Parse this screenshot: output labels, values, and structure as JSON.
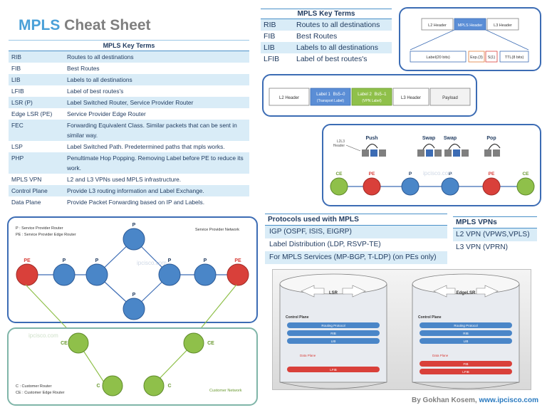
{
  "title": {
    "part1": "MPLS",
    "part2": " Cheat Sheet"
  },
  "key_terms_big": {
    "header": "MPLS Key Terms",
    "rows": [
      {
        "k": "RIB",
        "v": "Routes to all destinations"
      },
      {
        "k": "FIB",
        "v": "Best Routes"
      },
      {
        "k": "LIB",
        "v": "Labels to all destinations"
      },
      {
        "k": "LFIB",
        "v": "Label of best routes's"
      },
      {
        "k": "LSR (P)",
        "v": "Label Switched Router, Service Provider Router"
      },
      {
        "k": "Edge LSR (PE)",
        "v": "Service Provider Edge Router"
      },
      {
        "k": "FEC",
        "v": "Forwarding Equivalent Class. Similar packets that can be sent in similar way."
      },
      {
        "k": "LSP",
        "v": "Label Switched Path. Predetermined paths that mpls works."
      },
      {
        "k": "PHP",
        "v": "Penultimate Hop Popping. Removing Label before PE to reduce its work."
      },
      {
        "k": "MPLS VPN",
        "v": "L2 and L3 VPNs used MPLS infrastructure."
      },
      {
        "k": "Control Plane",
        "v": "Provide L3 routing information and Label Exchange."
      },
      {
        "k": "Data Plane",
        "v": "Provide Packet Forwarding based on IP and Labels."
      }
    ]
  },
  "key_terms_small": {
    "header": "MPLS Key Terms",
    "rows": [
      {
        "k": "RIB",
        "v": "Routes to all destinations"
      },
      {
        "k": "FIB",
        "v": "Best Routes"
      },
      {
        "k": "LIB",
        "v": "Labels to all destinations"
      },
      {
        "k": "LFIB",
        "v": "Label of best routes's"
      }
    ]
  },
  "header_diagram": {
    "l2": "L2 Header",
    "mpls": "MPLS Header",
    "l3": "L3 Header",
    "label": "Label(20 bits)",
    "exp": "Exp.(3)",
    "s": "S(1)",
    "ttl": "TTL(8 bits)"
  },
  "stack_diagram": {
    "l2": "L2 Header",
    "label1": "Label 1",
    "label1_bits": "Bs5–0",
    "label1_sub": "(Transport Label)",
    "label2": "Label 2",
    "label2_bits": "Bs5–1",
    "label2_sub": "(VPN Label)",
    "l3": "L3 Header",
    "payload": "Payload"
  },
  "operations": {
    "push": "Push",
    "swap1": "Swap",
    "swap2": "Swap",
    "pop": "Pop",
    "l2l3_line1": "L2L3",
    "l2l3_line2": "Header",
    "ce_left": "CE",
    "pe_left": "PE",
    "p1": "P",
    "p2": "P",
    "pe_right": "PE",
    "ce_right": "CE",
    "watermark": "ipcisco.com"
  },
  "sp_network": {
    "legend_p": "P : Service Provider Router",
    "legend_pe": "PE : Service Provider Edge Router",
    "title": "Service Provider Network",
    "pe_left": "PE",
    "p1": "P",
    "p2": "P",
    "p_top": "P",
    "p_bottom": "P",
    "p3": "P",
    "p4": "P",
    "pe_right": "PE",
    "watermark": "ipcisco.com"
  },
  "cust_network": {
    "legend_c": "C : Customer Router",
    "legend_ce": "CE : Customer Edge Router",
    "title": "Customer Network",
    "ce_left": "CE",
    "ce_right": "CE",
    "c_left": "C",
    "c_right": "C",
    "watermark": "ipcisco.com"
  },
  "protocols": {
    "header": "Protocols used with MPLS",
    "rows": [
      "IGP (OSPF, ISIS, EIGRP)",
      "Label Distribution (LDP, RSVP-TE)",
      "For MPLS Services (MP-BGP, T-LDP) (on PEs only)"
    ]
  },
  "vpns": {
    "header": "MPLS VPNs",
    "rows": [
      "L2 VPN (VPWS,VPLS)",
      "L3 VPN (VPRN)"
    ]
  },
  "planes": {
    "lsr": "LSR",
    "edge_lsr": "EdgeLSR",
    "control_plane": "Control Plane",
    "routing_protocol": "Routing Protocol",
    "rib": "RIB",
    "lib": "LIB",
    "data_plane": "Data Plane",
    "lfib": "LFIB",
    "fib": "FIB"
  },
  "footer": {
    "by": "By Gokhan Kosem, ",
    "site": "www.ipcisco.com"
  },
  "colors": {
    "accent": "#3c6cb4",
    "pe_red": "#d9403a",
    "p_blue": "#4a86c8",
    "ce_green": "#8fc04a"
  }
}
